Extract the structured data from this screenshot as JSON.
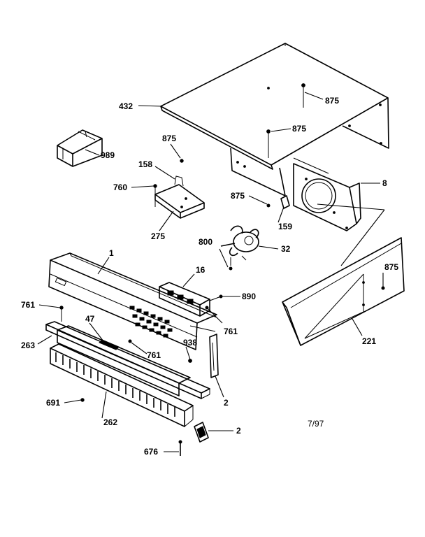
{
  "labels": {
    "p432": "432",
    "p875a": "875",
    "p875b": "875",
    "p875c": "875",
    "p875d": "875",
    "p875e": "875",
    "p989": "989",
    "p158": "158",
    "p760": "760",
    "p275": "275",
    "p8": "8",
    "p159": "159",
    "p800": "800",
    "p32": "32",
    "p1": "1",
    "p16": "16",
    "p890": "890",
    "p761a": "761",
    "p761b": "761",
    "p761c": "761",
    "p47": "47",
    "p263": "263",
    "p938": "938",
    "p2a": "2",
    "p2b": "2",
    "p691": "691",
    "p262": "262",
    "p676": "676",
    "p221": "221"
  },
  "date_code": "7/97"
}
